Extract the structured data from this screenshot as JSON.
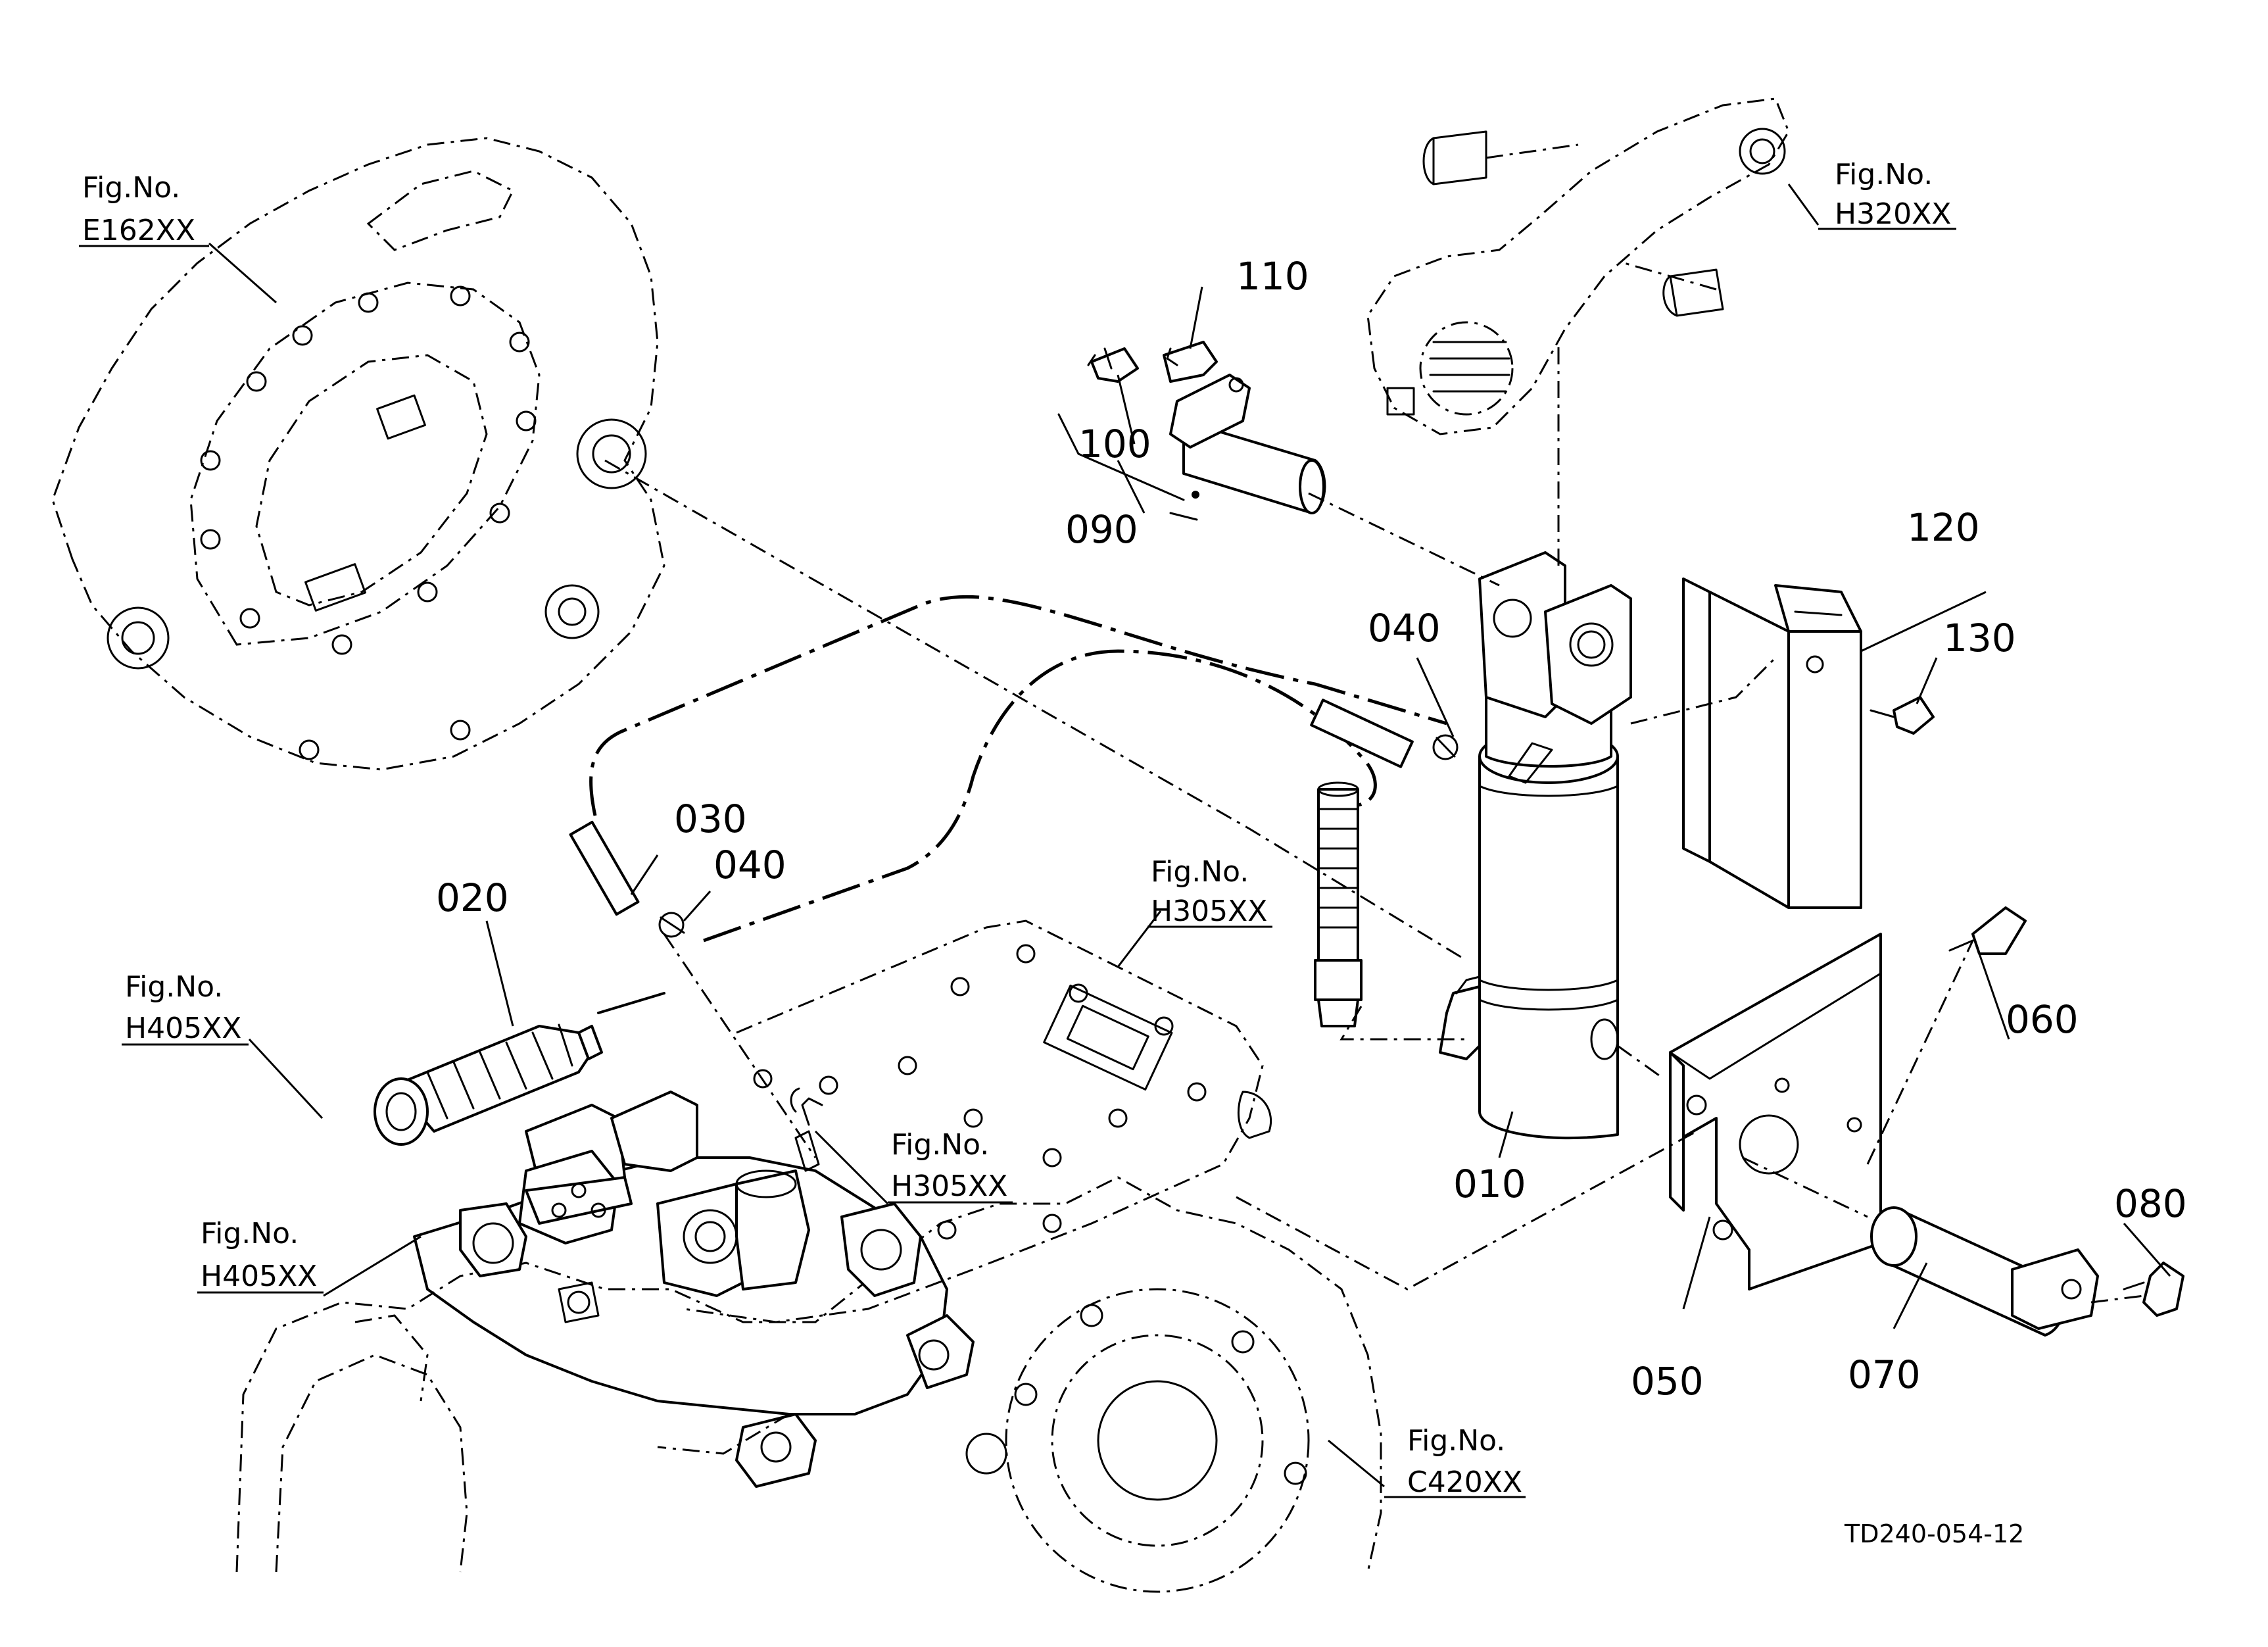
{
  "diagram": {
    "part_numbers": [
      "010",
      "020",
      "030",
      "040",
      "040",
      "050",
      "060",
      "070",
      "080",
      "090",
      "100",
      "110",
      "120",
      "130"
    ],
    "figure_refs": [
      {
        "line1": "Fig.No.",
        "line2": "E162XX"
      },
      {
        "line1": "Fig.No.",
        "line2": "H320XX"
      },
      {
        "line1": "Fig.No.",
        "line2": "H305XX"
      },
      {
        "line1": "Fig.No.",
        "line2": "H405XX"
      },
      {
        "line1": "Fig.No.",
        "line2": "H305XX"
      },
      {
        "line1": "Fig.No.",
        "line2": "H405XX"
      },
      {
        "line1": "Fig.No.",
        "line2": "C420XX"
      }
    ],
    "drawing_code": "TD240-054-12"
  }
}
